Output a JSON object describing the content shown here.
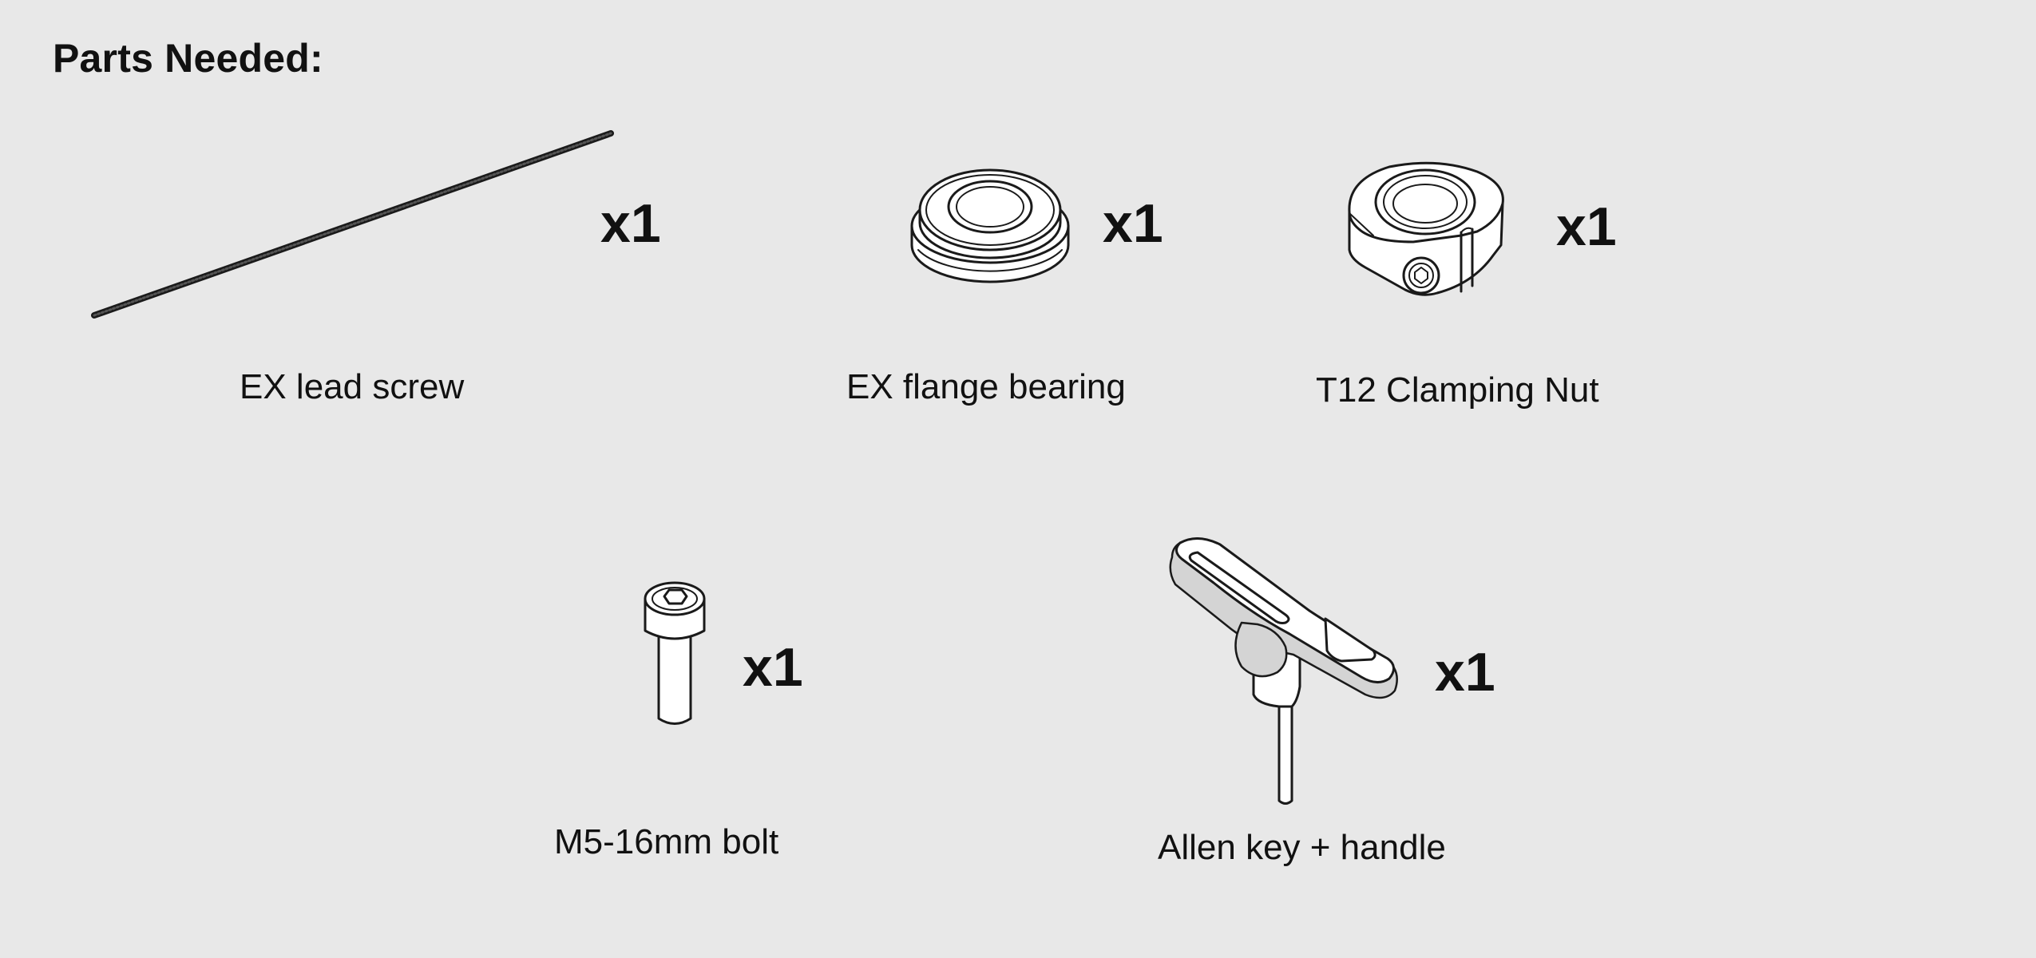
{
  "title": "Parts Needed:",
  "parts": [
    {
      "icon": "lead-screw-icon",
      "label": "EX lead screw",
      "quantity": "x1"
    },
    {
      "icon": "flange-bearing-icon",
      "label": "EX flange bearing",
      "quantity": "x1"
    },
    {
      "icon": "clamping-nut-icon",
      "label": "T12 Clamping Nut",
      "quantity": "x1"
    },
    {
      "icon": "bolt-icon",
      "label": "M5-16mm bolt",
      "quantity": "x1"
    },
    {
      "icon": "allen-key-handle-icon",
      "label": "Allen key + handle",
      "quantity": "x1"
    }
  ]
}
